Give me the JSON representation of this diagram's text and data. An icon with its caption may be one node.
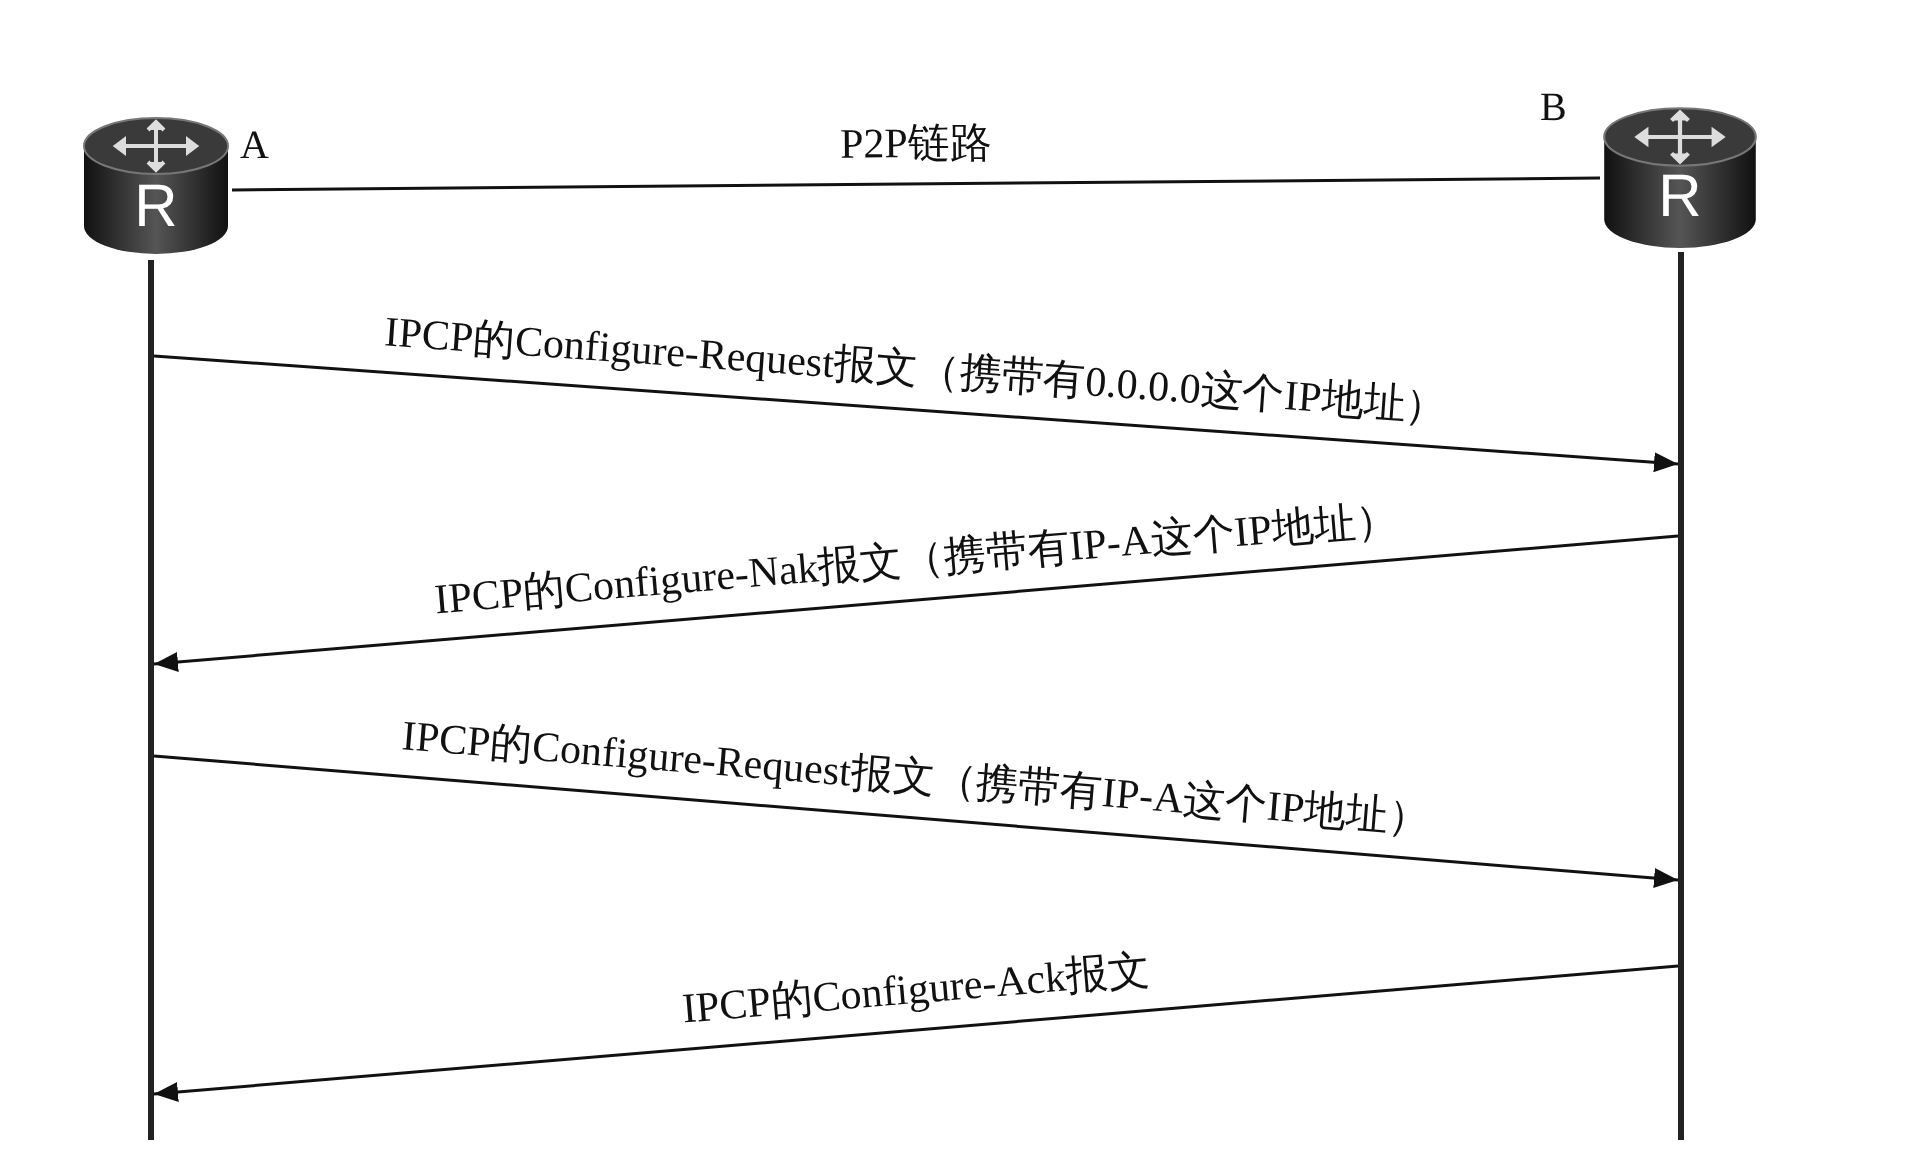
{
  "diagram": {
    "nodes": [
      {
        "text": [
          "R"
        ],
        "beside": [
          "A"
        ]
      },
      {
        "text": [
          "R"
        ],
        "beside": [
          "B"
        ]
      },
      {
        "text": [],
        "shape": "bar"
      },
      {
        "text": [],
        "shape": "bar"
      }
    ],
    "edges": [
      {
        "from": 0,
        "to": 1,
        "arrow": "none",
        "label": "P2P链路"
      },
      {
        "from": 2,
        "to": 3,
        "arrow": "to",
        "label": "IPCP的Configure-Request报文（携带有0.0.0.0这个IP地址）"
      },
      {
        "from": 3,
        "to": 2,
        "arrow": "to",
        "label": "IPCP的Configure-Nak报文（携带有IP-A这个IP地址）"
      },
      {
        "from": 2,
        "to": 3,
        "arrow": "to",
        "label": "IPCP的Configure-Request报文（携带有IP-A这个IP地址）"
      },
      {
        "from": 3,
        "to": 2,
        "arrow": "to",
        "label": "IPCP的Configure-Ack报文"
      }
    ]
  }
}
